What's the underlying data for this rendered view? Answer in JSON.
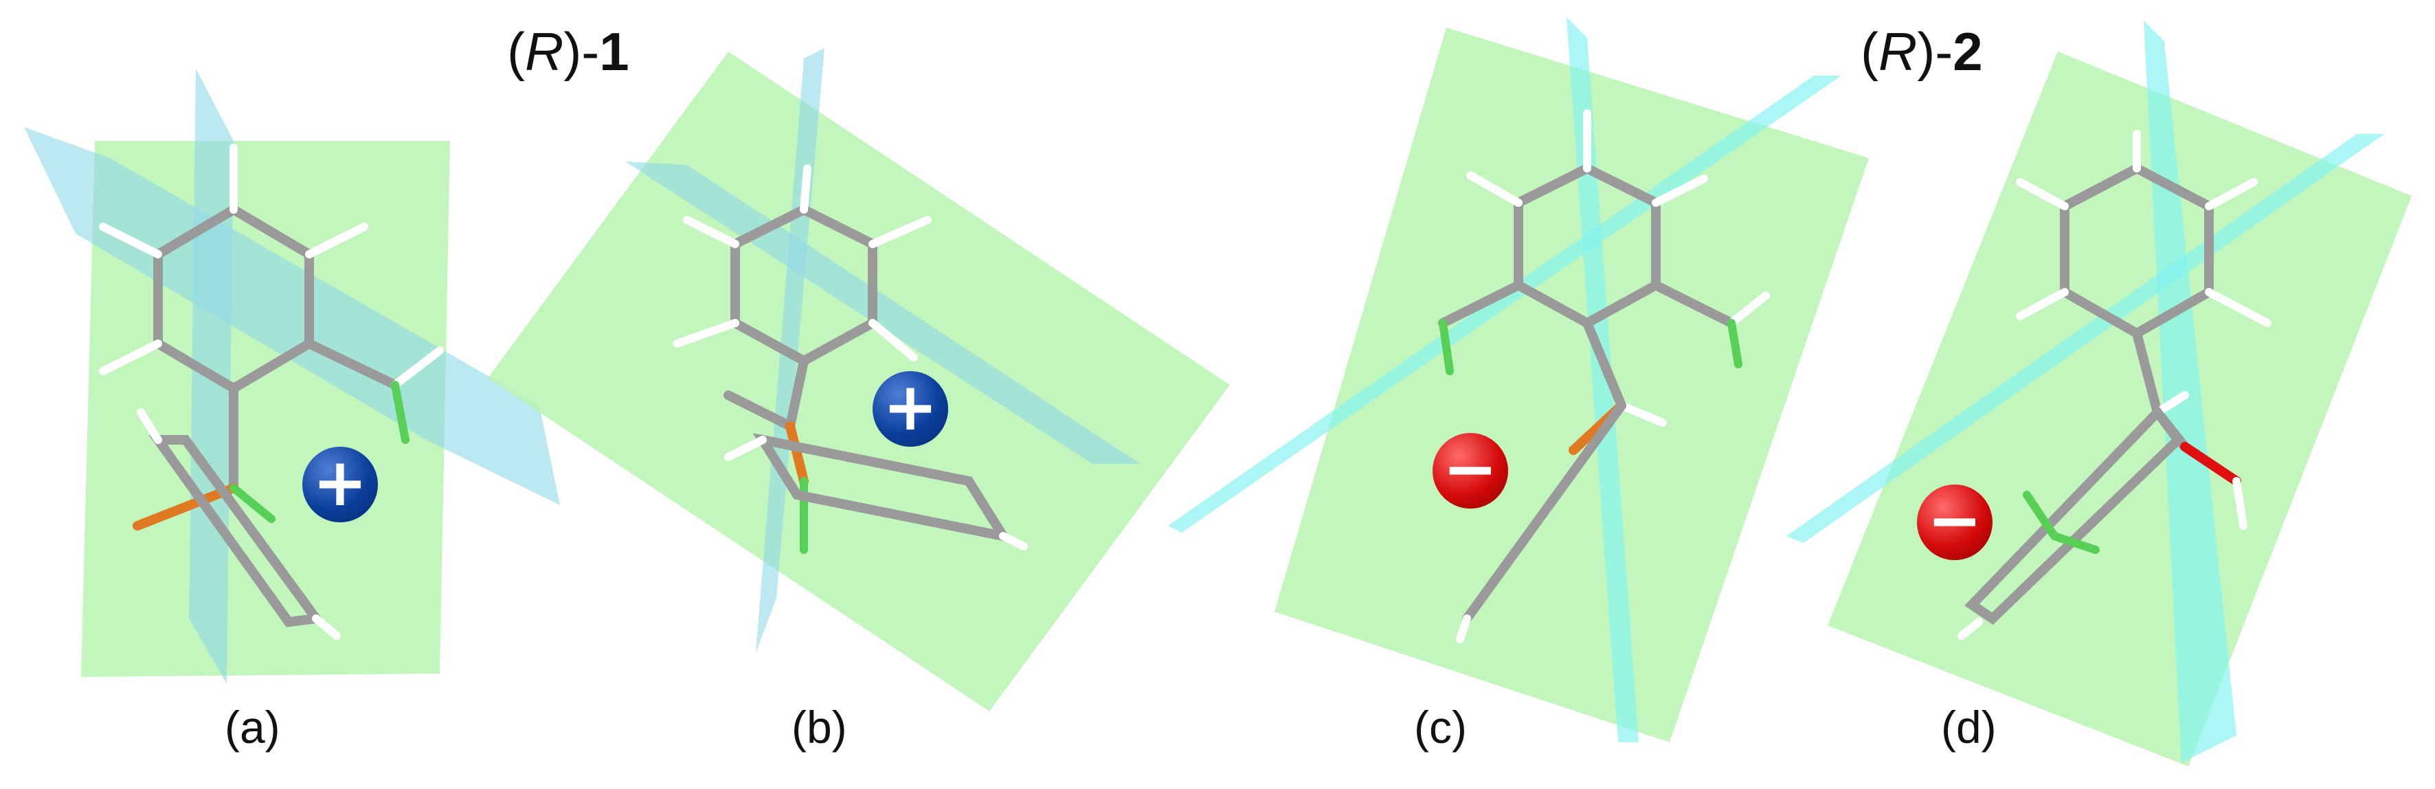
{
  "titles": {
    "r1": {
      "prefix": "(",
      "italic": "R",
      "suffix": ")-",
      "num": "1"
    },
    "r2": {
      "prefix": "(",
      "italic": "R",
      "suffix": ")-",
      "num": "2"
    }
  },
  "panels": [
    {
      "label": "(a)",
      "sign": "+"
    },
    {
      "label": "(b)",
      "sign": "+"
    },
    {
      "label": "(c)",
      "sign": "−"
    },
    {
      "label": "(d)",
      "sign": "−"
    }
  ],
  "colors": {
    "green_plane": "#b9f5b0",
    "blue_plane": "#8fd8e8",
    "cyan_plane": "#7ff3f0",
    "bond": "#9a9a9a",
    "hydrogen": "#ffffff",
    "halogen": "#e07a22",
    "fluorine": "#58d058",
    "oxygen": "#e01010",
    "positive": "#0b3f9c",
    "negative": "#d40a0a"
  }
}
